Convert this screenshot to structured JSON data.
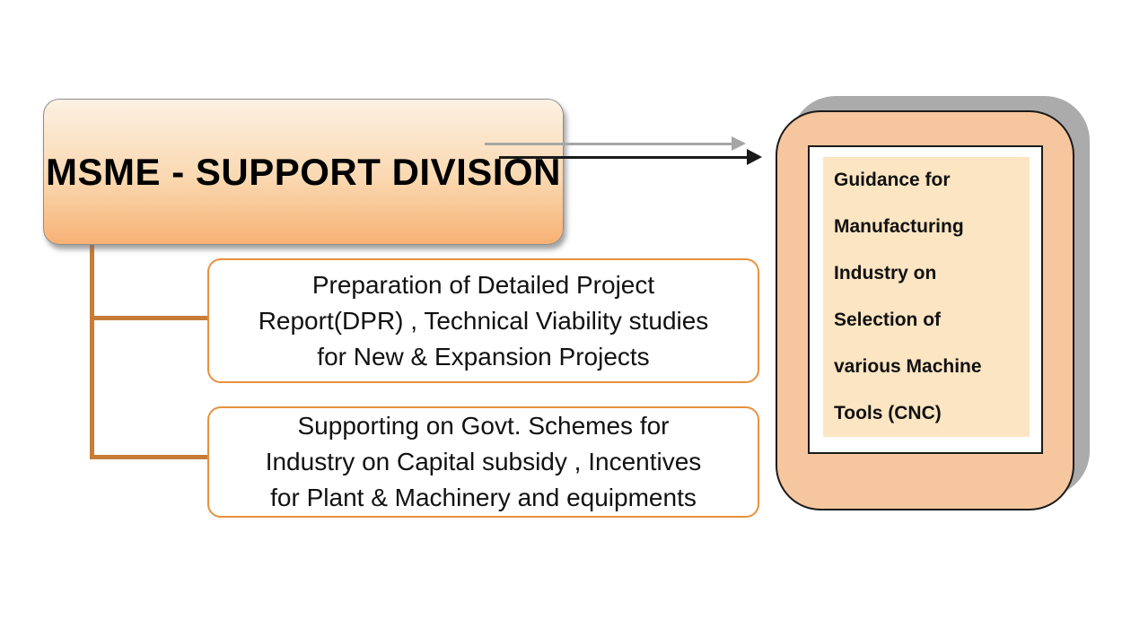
{
  "slide": {
    "background": "#ffffff"
  },
  "main_box": {
    "title": "MSME - SUPPORT DIVISION"
  },
  "sub_boxes": [
    {
      "lines": [
        "Preparation of Detailed Project",
        "Report(DPR) , Technical Viability studies",
        "for New & Expansion Projects"
      ]
    },
    {
      "lines": [
        "Supporting on Govt. Schemes for",
        "Industry on Capital subsidy , Incentives",
        "for Plant & Machinery and equipments"
      ]
    }
  ],
  "guidance_box": {
    "lines": [
      "Guidance for",
      "Manufacturing",
      "Industry on",
      "Selection of",
      "various Machine",
      "Tools (CNC)"
    ]
  },
  "colors": {
    "main_grad_top": "#FCF1E2",
    "main_grad_mid": "#FAD8B0",
    "main_grad_bottom": "#F7B174",
    "main_border": "#8F8F8F",
    "sub_border": "#E8913D",
    "connector": "#C87D36",
    "peach_fill": "#F6C69E",
    "panel_fill": "#FCE5C2",
    "shadow": "#ABABAB",
    "arrow_gray": "#A6A6A6",
    "arrow_black": "#1A1A1A",
    "outline_black": "#1A1A1A",
    "text": "#000000"
  }
}
